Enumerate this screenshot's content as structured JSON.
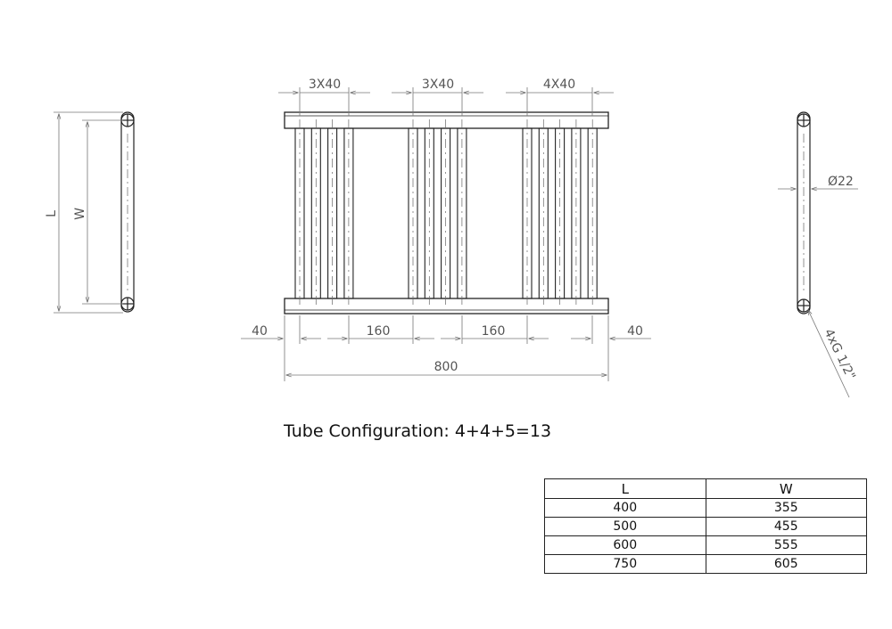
{
  "dimensions": {
    "top_left": "3X40",
    "top_middle": "3X40",
    "top_right": "4X40",
    "bottom_left_margin": "40",
    "bottom_gap_left": "160",
    "bottom_gap_right": "160",
    "bottom_right_margin": "40",
    "overall_width": "800",
    "side_length_label": "L",
    "side_width_label": "W",
    "diameter": "Ø22",
    "connection": "4xG 1/2\""
  },
  "caption": "Tube Configuration: 4+4+5=13",
  "size_table": {
    "headers": [
      "L",
      "W"
    ],
    "rows": [
      [
        "400",
        "355"
      ],
      [
        "500",
        "455"
      ],
      [
        "600",
        "555"
      ],
      [
        "750",
        "605"
      ]
    ]
  }
}
